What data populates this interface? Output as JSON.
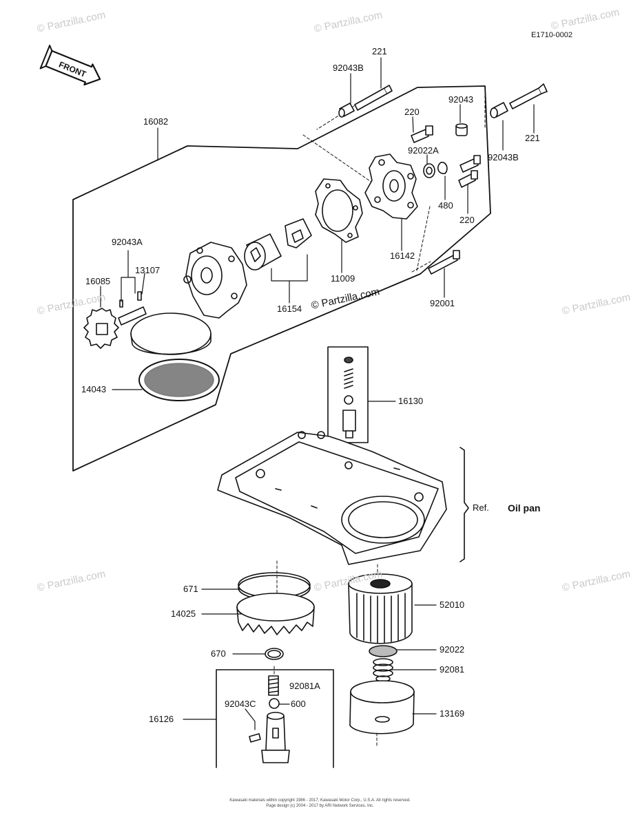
{
  "diagram_code": "E1710-0002",
  "front_label": "FRONT",
  "watermark": "© Partzilla.com",
  "ref_label": "Ref.",
  "ref_target": "Oil pan",
  "copyright_line1": "Kawasaki materials within copyright 1986 - 2017, Kawasaki Motor Corp., U.S.A.  All rights reserved.",
  "copyright_line2": "Page design (c) 2004 - 2017 by ARI Network Services, Inc.",
  "parts": {
    "p221a": "221",
    "p92043b_a": "92043B",
    "p92043": "92043",
    "p220a": "220",
    "p92022a": "92022A",
    "p221b": "221",
    "p92043b_b": "92043B",
    "p16082": "16082",
    "p480": "480",
    "p220b": "220",
    "p16142": "16142",
    "p11009": "11009",
    "p92043a": "92043A",
    "p13107": "13107",
    "p16085": "16085",
    "p16154": "16154",
    "p92001": "92001",
    "p14043": "14043",
    "p16130": "16130",
    "p671": "671",
    "p14025": "14025",
    "p52010": "52010",
    "p670": "670",
    "p92022": "92022",
    "p92081": "92081",
    "p92081a": "92081A",
    "p92043c": "92043C",
    "p600": "600",
    "p16126": "16126",
    "p13169": "13169"
  }
}
